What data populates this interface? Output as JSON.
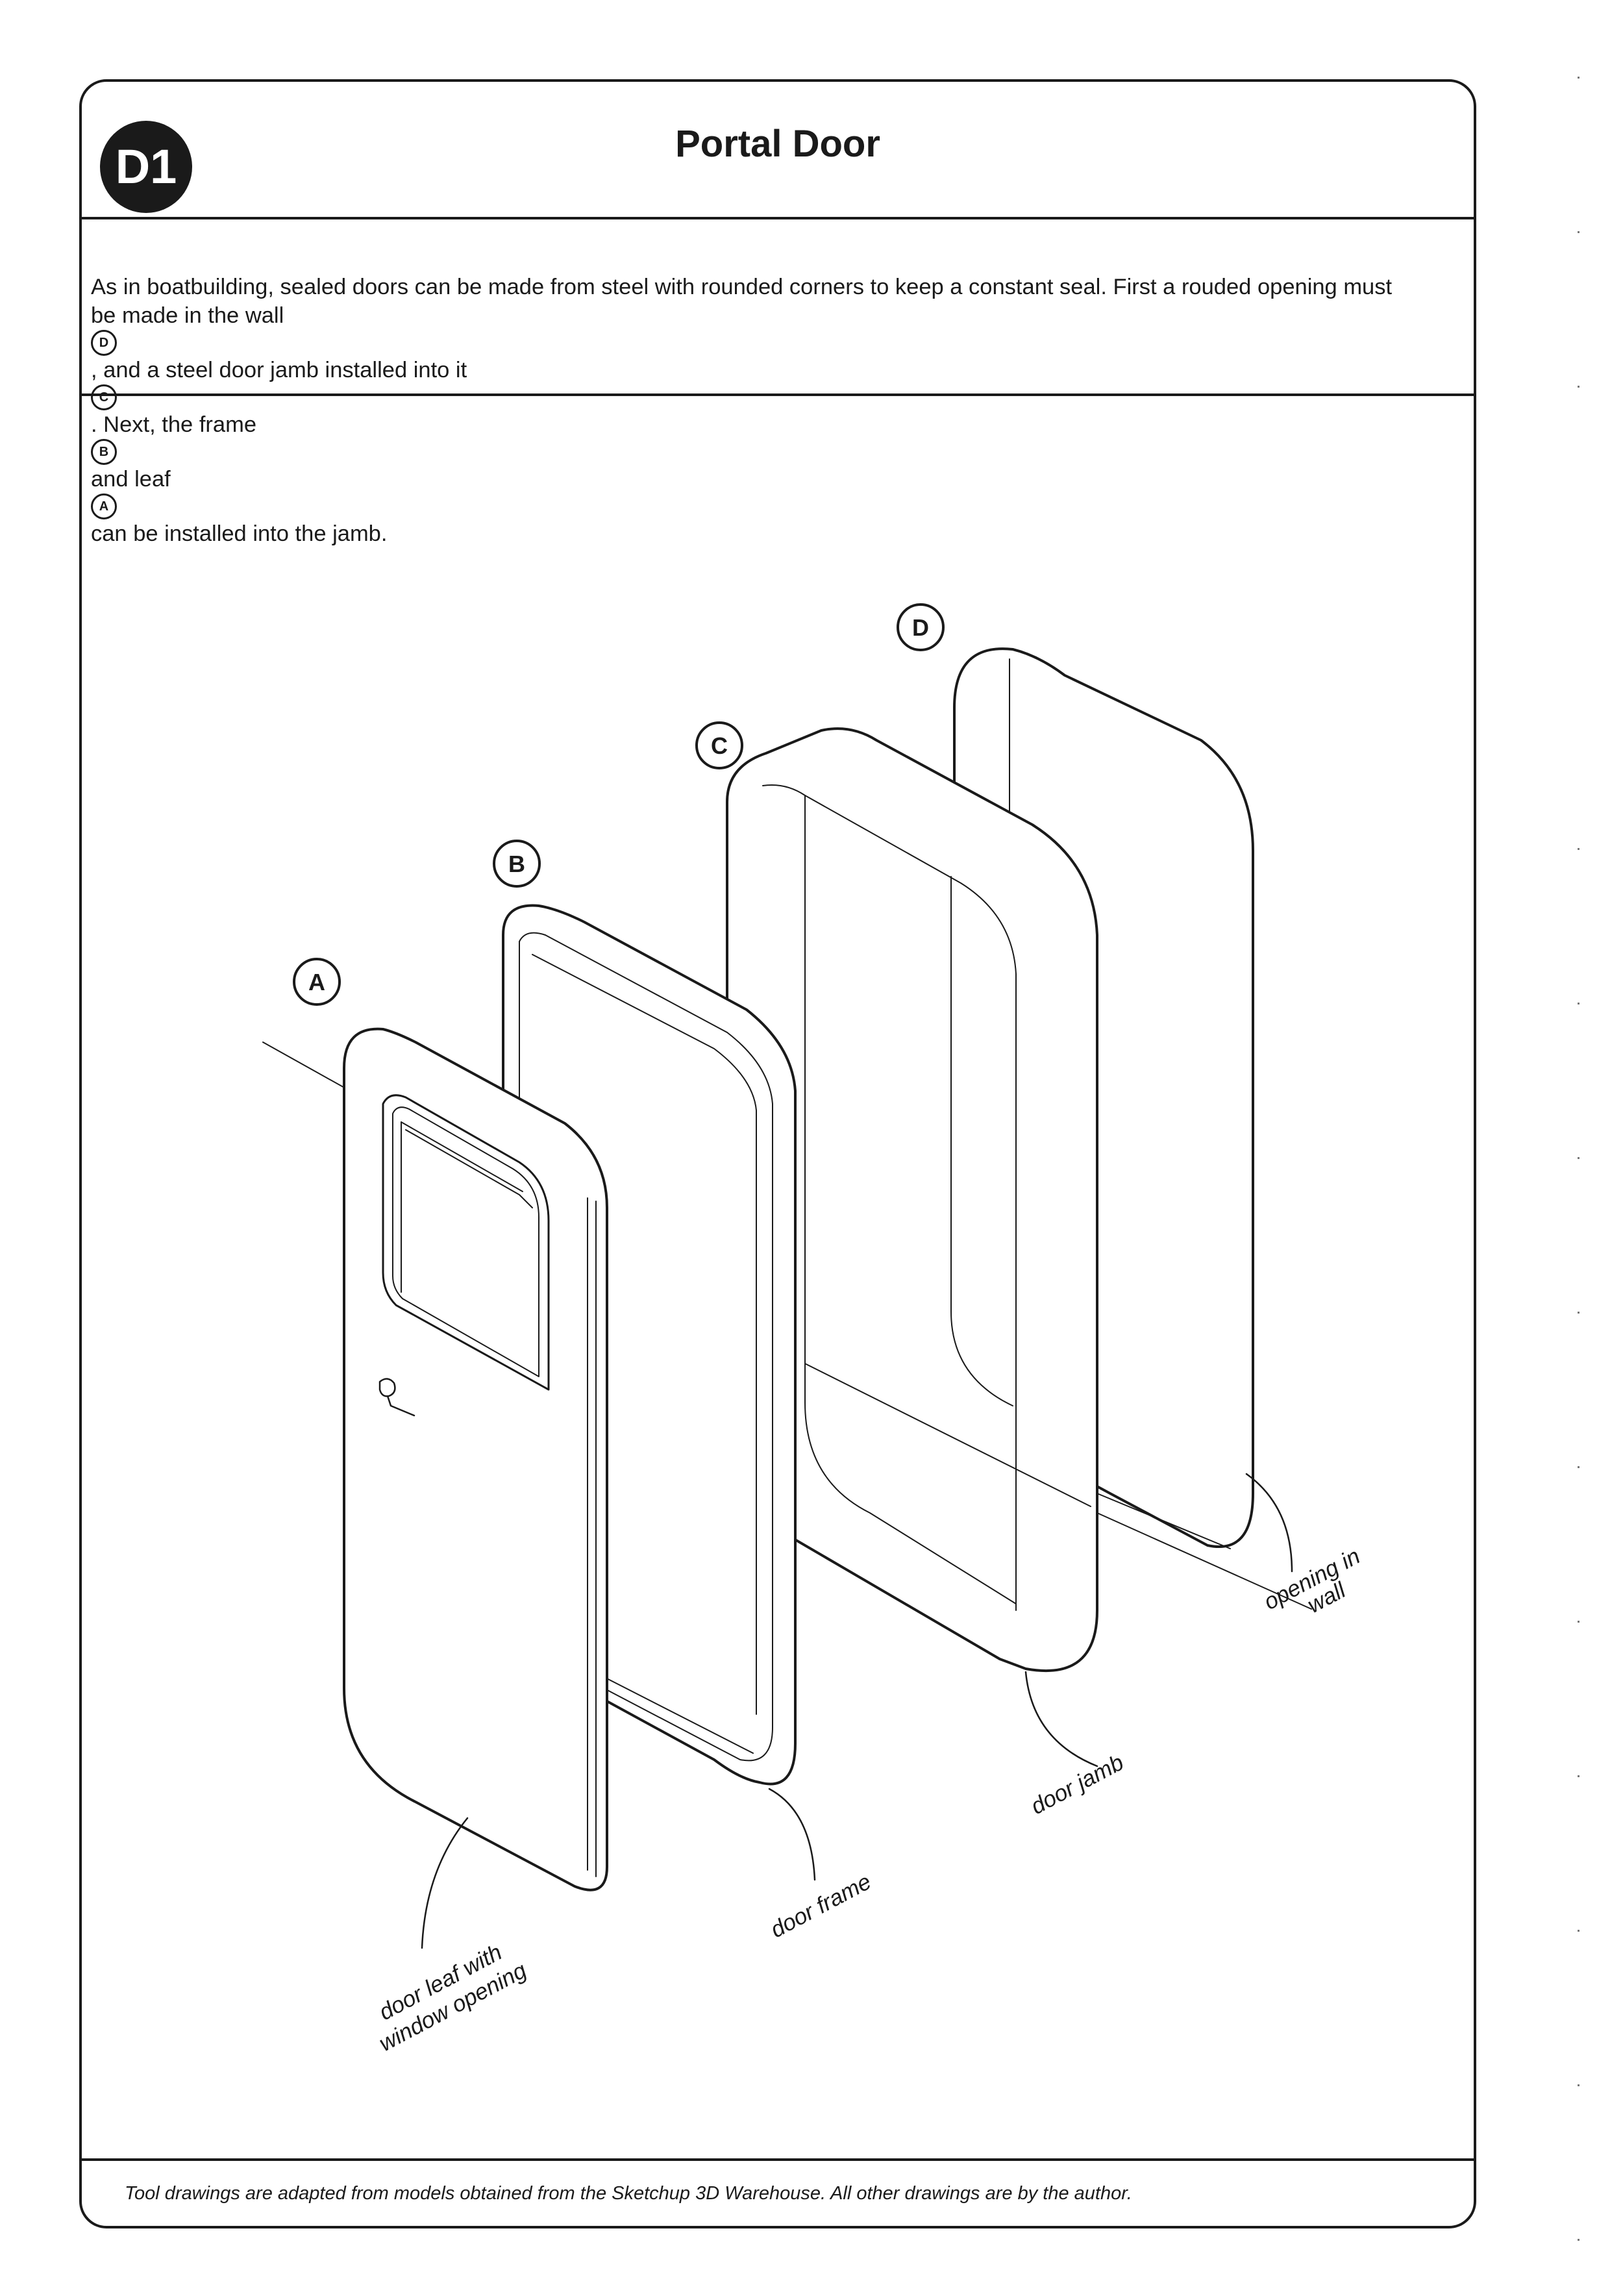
{
  "badge": "D1",
  "title": "Portal Door",
  "intro": {
    "line1": "As in boatbuilding, sealed doors can be made from steel with rounded corners to keep a constant seal. First a rouded opening must",
    "l2_a": "be made in the wall",
    "l2_b": ", and a steel door jamb installed into it",
    "l2_c": ". Next, the frame",
    "l2_d": "and leaf",
    "l2_e": "can be installed into the jamb.",
    "ref_wall": "D",
    "ref_jamb": "C",
    "ref_frame": "B",
    "ref_leaf": "A"
  },
  "callouts": {
    "a": "A",
    "b": "B",
    "c": "C",
    "d": "D"
  },
  "labels": {
    "leaf_1": "door leaf with",
    "leaf_2": "window opening",
    "frame": "door frame",
    "jamb": "door jamb",
    "wall_1": "opening in",
    "wall_2": "wall"
  },
  "footer": "Tool drawings are adapted from models obtained from the Sketchup 3D Warehouse. All other drawings are by the author."
}
